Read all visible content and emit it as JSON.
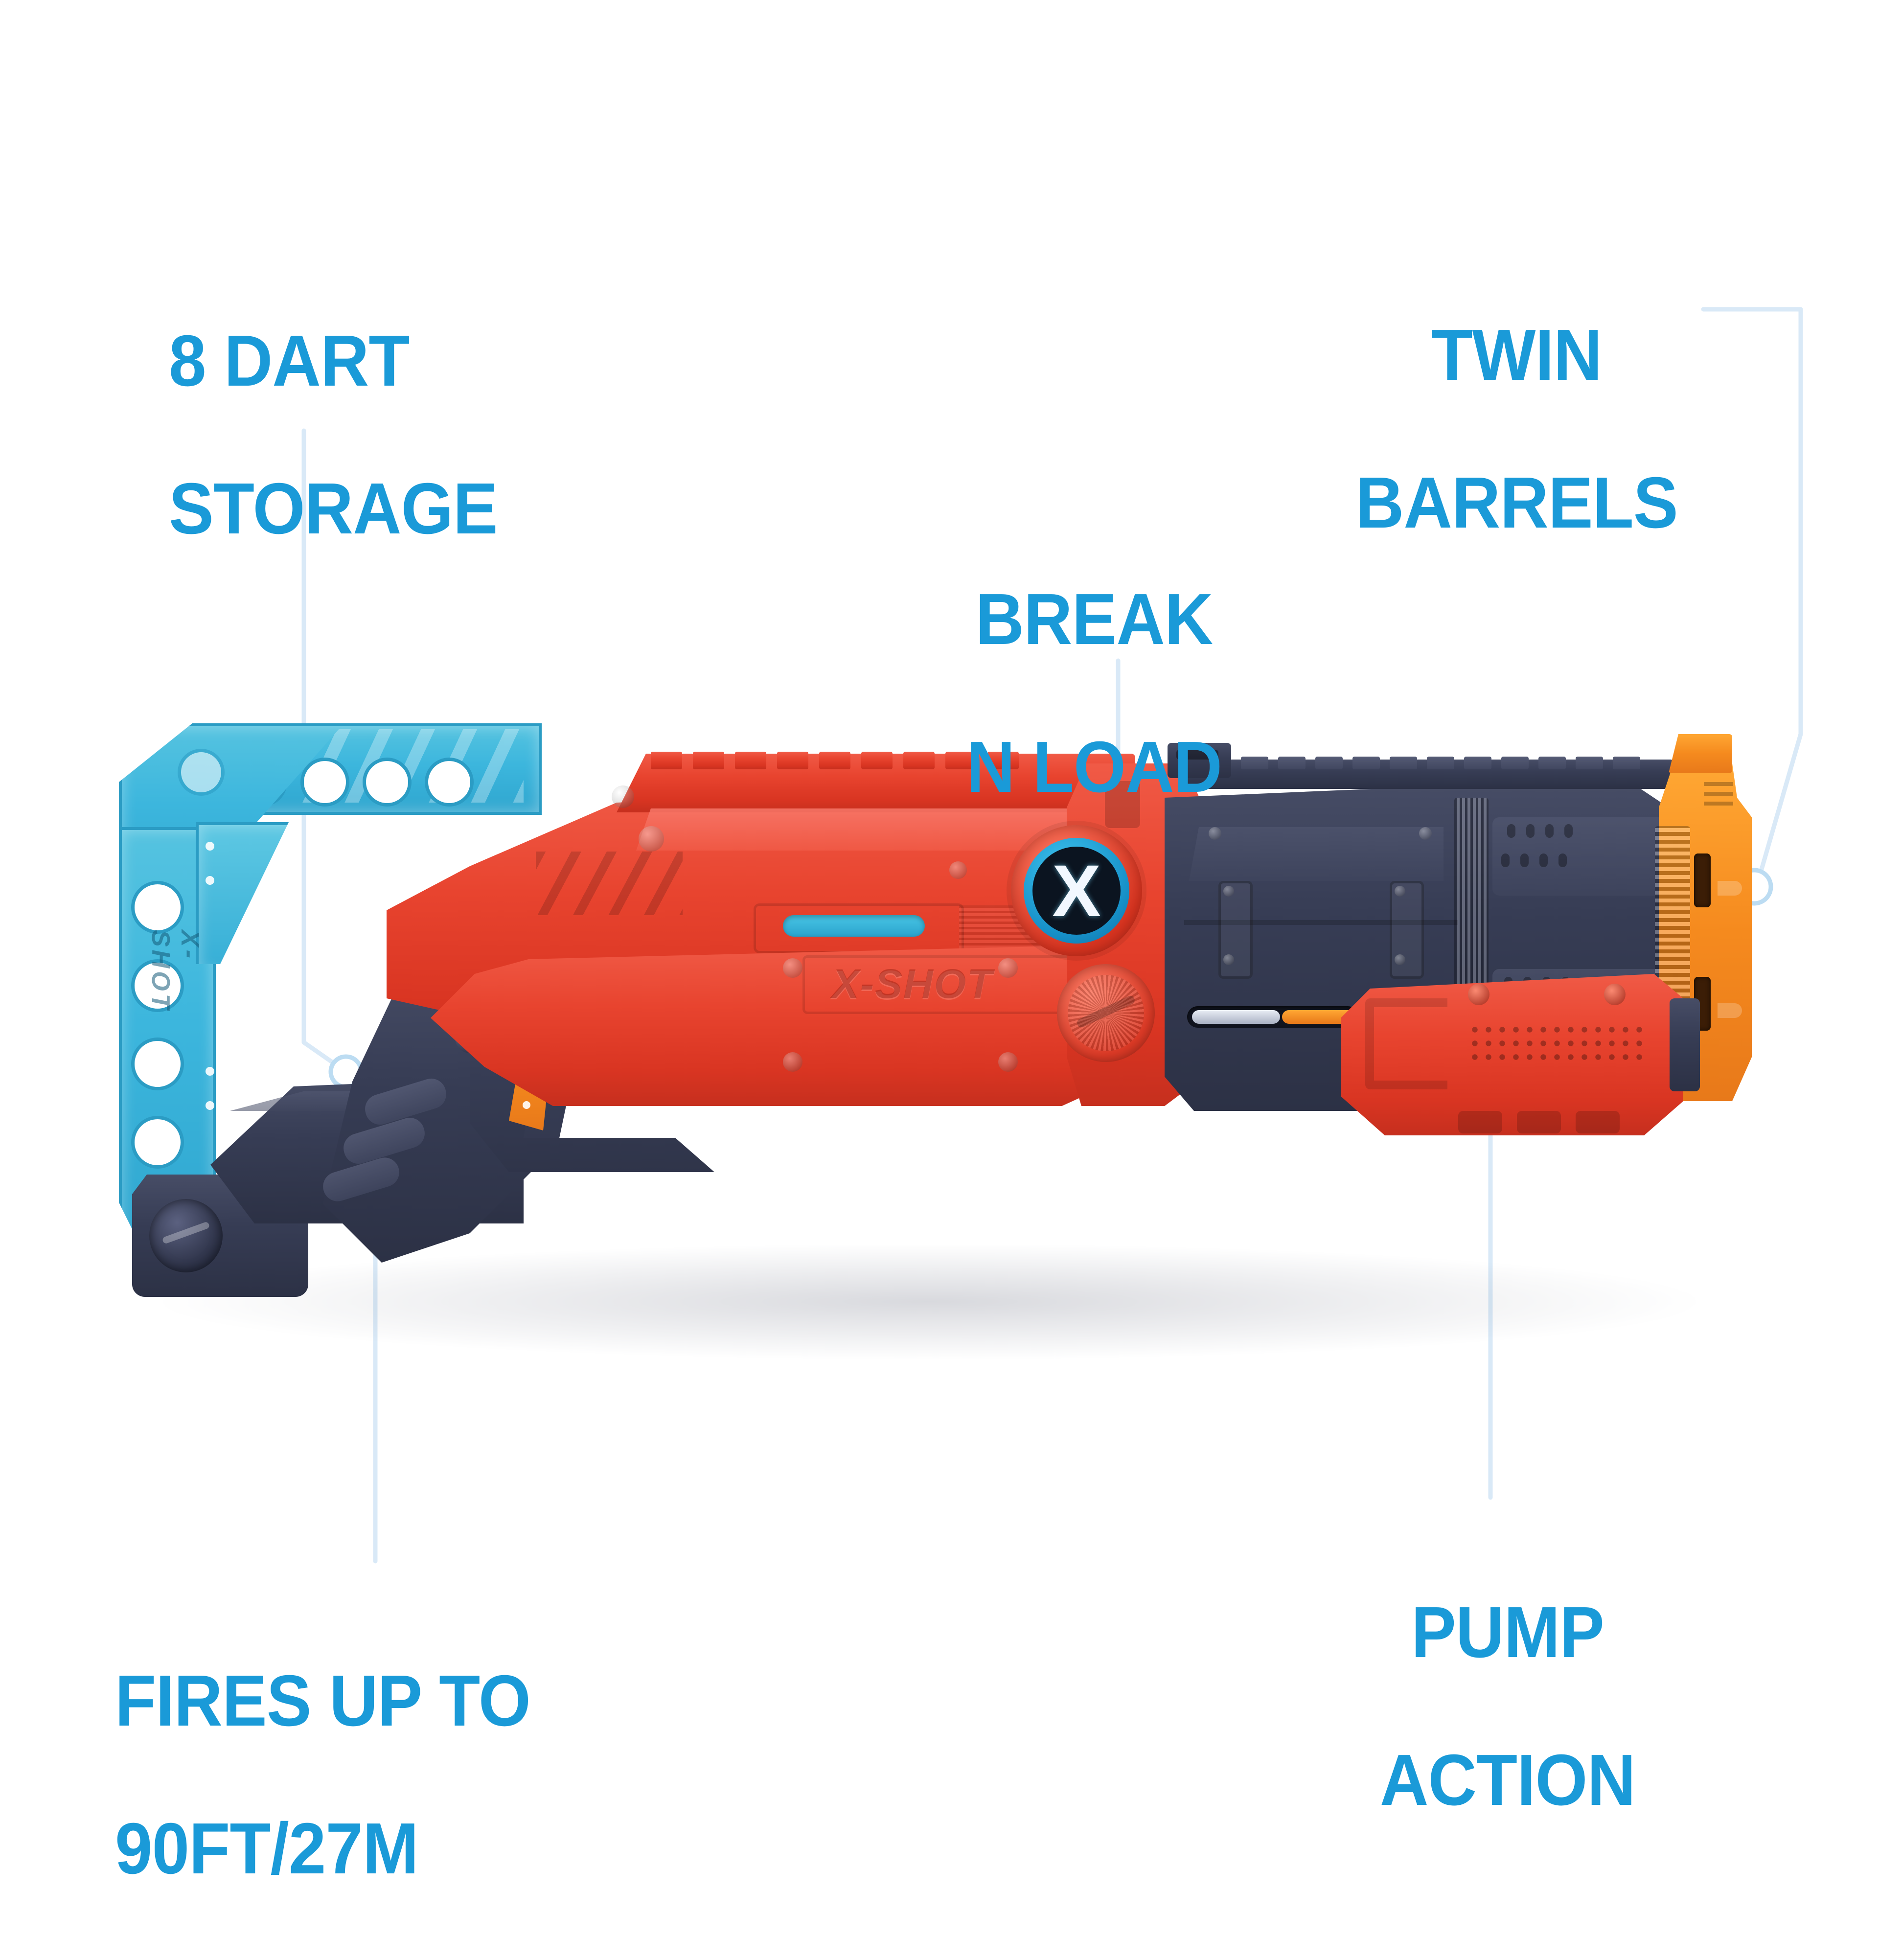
{
  "page": {
    "background_color": "#ffffff",
    "accent_color": "#1a9ad8",
    "leader_color": "#d6e8f6",
    "product_name": "X-SHOT"
  },
  "callouts": [
    {
      "id": "dart-storage",
      "line1": "8 DART",
      "line2": "STORAGE",
      "align": "left"
    },
    {
      "id": "twin-barrels",
      "line1": "TWIN",
      "line2": "BARRELS",
      "align": "left"
    },
    {
      "id": "break-n-load",
      "line1": "BREAK",
      "line2": "N LOAD",
      "align": "left"
    },
    {
      "id": "fires-range",
      "line1": "FIRES UP TO",
      "line2": "90FT/27M",
      "align": "left"
    },
    {
      "id": "pump-action",
      "line1": "PUMP",
      "line2": "ACTION",
      "align": "left"
    }
  ],
  "product": {
    "brand_badge": "X",
    "body_logo": "X-SHOT",
    "stock_logo": "X-SHOT",
    "colors": {
      "red": "#e8442f",
      "navy": "#373d55",
      "orange": "#f58a1e",
      "translucent_blue": "#3cb6dd",
      "badge_blue": "#1791c9"
    },
    "parts": [
      "translucent-blue-stock",
      "navy-grip",
      "orange-trigger",
      "red-receiver",
      "x-badge",
      "hinge-knob",
      "navy-barrel-shroud",
      "red-pump-grip",
      "orange-twin-muzzle"
    ]
  }
}
